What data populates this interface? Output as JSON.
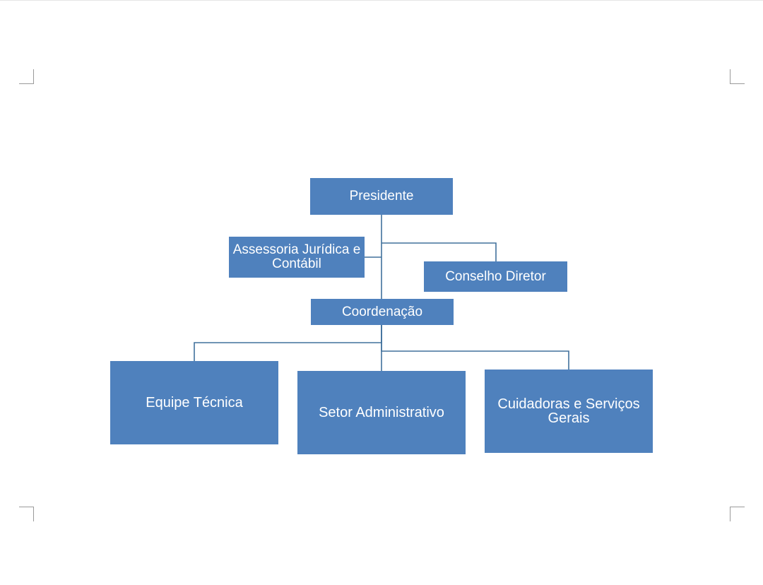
{
  "org_chart": {
    "presidente": "Presidente",
    "assessoria": "Assessoria Jurídica e Contábil",
    "conselho": "Conselho Diretor",
    "coordenacao": "Coordenação",
    "equipe_tecnica": "Equipe Técnica",
    "setor_administrativo": "Setor Administrativo",
    "cuidadoras": "Cuidadoras e Serviços Gerais"
  },
  "colors": {
    "box_fill": "#4f81bd",
    "connector": "#41719c",
    "text": "#ffffff"
  }
}
